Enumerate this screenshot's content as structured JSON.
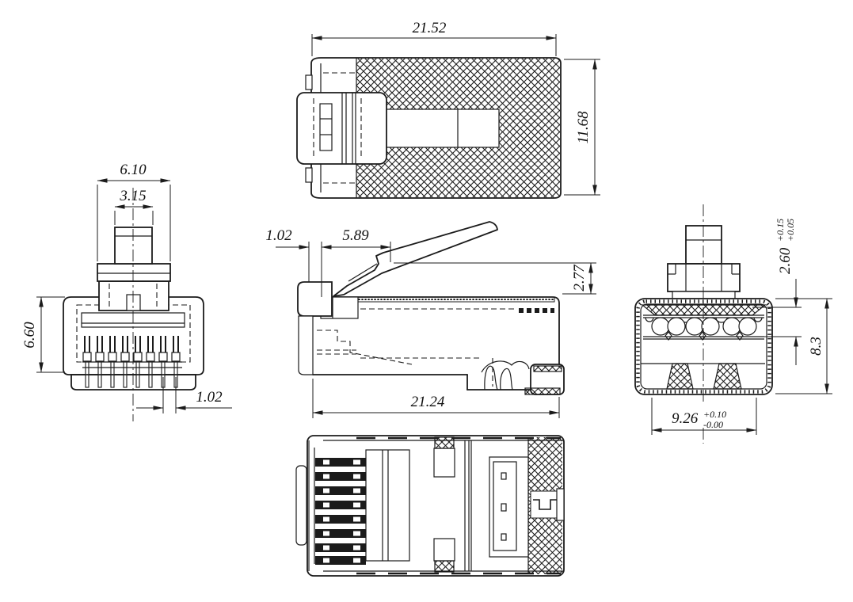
{
  "dims": {
    "top_width": "21.52",
    "top_height": "11.68",
    "front_head_width": "6.10",
    "front_tab_width": "3.15",
    "front_body_height": "6.60",
    "front_pin_pitch": "1.02",
    "side_front_offset": "1.02",
    "side_latch_offset": "5.89",
    "side_latch_height": "2.77",
    "side_body_length": "21.24",
    "rear_latch_depth": "2.60",
    "rear_latch_tol_upper": "+0.15",
    "rear_latch_tol_lower": "+0.05",
    "rear_body_height": "8.3",
    "rear_body_width": "9.26",
    "rear_width_tol_upper": "+0.10",
    "rear_width_tol_lower": "-0.00"
  },
  "line_color": "#1b1b1b",
  "background": "#ffffff"
}
